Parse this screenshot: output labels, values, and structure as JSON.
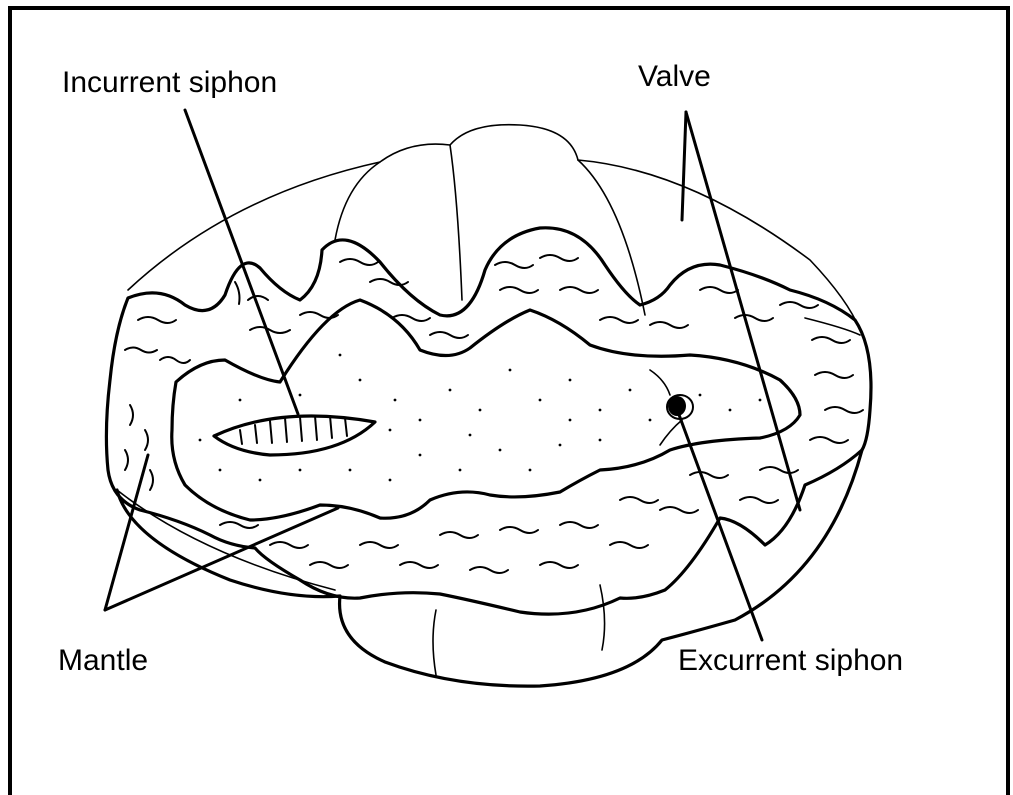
{
  "labels": {
    "incurrent_siphon": "Incurrent siphon",
    "valve": "Valve",
    "mantle": "Mantle",
    "excurrent_siphon": "Excurrent siphon"
  },
  "colors": {
    "ink": "#000000",
    "background": "#ffffff"
  }
}
